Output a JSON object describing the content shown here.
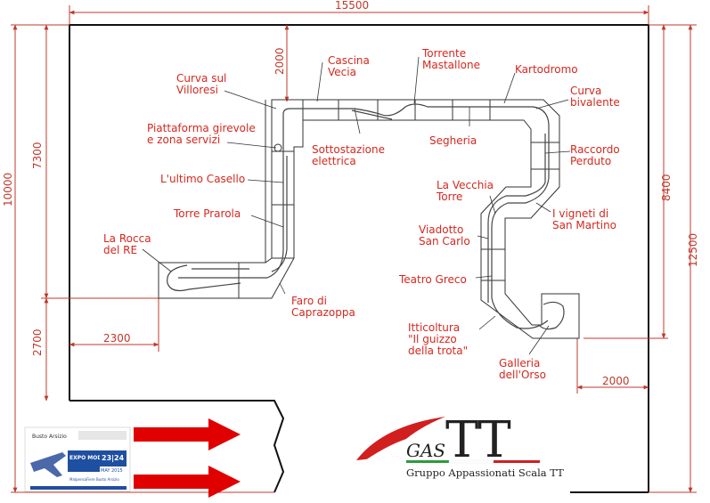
{
  "dimensions": {
    "top_width": "15500",
    "left_height": "10000",
    "left_inner": "7300",
    "left_bottom": "2700",
    "top_inner": "2000",
    "bottom_left": "2300",
    "right_inner": "8400",
    "right_outer": "12500",
    "bottom_right": "2000"
  },
  "places": [
    "Curva sul\nVilloresi",
    "Cascina\nVecia",
    "Torrente\nMastallone",
    "Kartodromo",
    "Curva\nbivalente",
    "Piattaforma girevole\ne zona servizi",
    "Sottostazione\nelettrica",
    "Segheria",
    "Raccordo\nPerduto",
    "L'ultimo Casello",
    "La Vecchia\nTorre",
    "I vigneti di\nSan Martino",
    "Torre Prarola",
    "Viadotto\nSan Carlo",
    "La Rocca\ndel RE",
    "Teatro Greco",
    "Faro di\nCaprazoppa",
    "Itticoltura\n\"Il guizzo\ndella trota\"",
    "Galleria\ndell'Orso"
  ],
  "logo": {
    "brand_gas": "GAS",
    "brand_tt": "TT",
    "brand_subtitle": "Gruppo Appassionati Scala TT",
    "expo_city": "Busto Arsizio",
    "expo_name": "EXPO MODEL SHOW",
    "expo_date": "23|24",
    "expo_month": "MAY 2015",
    "expo_venue": "MalpensaFiere Busto Arsizio"
  },
  "colors": {
    "dimension": "#c0392b",
    "label": "#d4281f",
    "arrow": "#e00000",
    "track": "#333333"
  }
}
